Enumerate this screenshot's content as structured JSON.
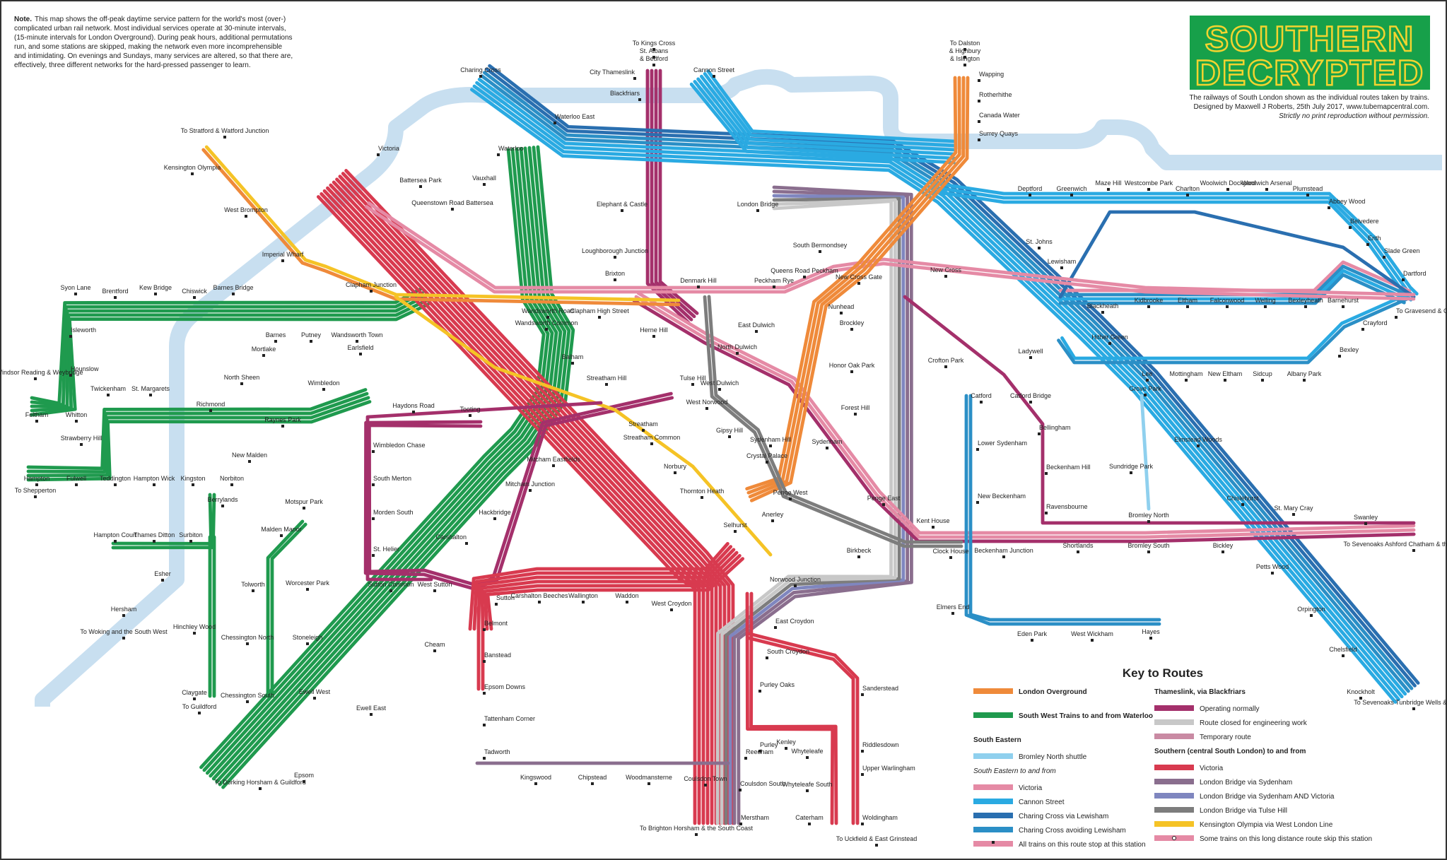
{
  "title": {
    "line1": "SOUTHERN",
    "line2": "DECRYPTED",
    "subtitle": "The railways of South London shown as the individual routes taken by trains.",
    "credit": "Designed by Maxwell J Roberts, 25th July 2017, www.tubemapcentral.com.",
    "notice": "Strictly no print reproduction without permission."
  },
  "note": {
    "label": "Note.",
    "lines": [
      "This map shows the off-peak daytime service pattern for the world's most (over-)",
      "complicated urban rail network. Most individual services operate at 30-minute intervals,",
      "(15-minute intervals for London Overground). During peak hours, additional permutations",
      "run, and some stations are skipped, making the network even more incomprehensible",
      "and intimidating. On evenings and Sundays, many services are altered, so that there are,",
      "effectively, three different networks for the hard-pressed passenger to learn."
    ]
  },
  "colors": {
    "overground": "#ef8a3a",
    "swt": "#1f9a4e",
    "southeastern_shuttle": "#8fd0ee",
    "se_victoria": "#e58aa5",
    "se_cannon": "#2aaae2",
    "se_lewisham": "#2a6fb0",
    "se_avoid": "#2b8fc6",
    "thameslink": "#a4306b",
    "closed": "#c8c8c8",
    "temporary": "#c98aa3",
    "southern_victoria": "#d83a4f",
    "southern_lb_syd": "#8a6e8e",
    "southern_lb_syd_vic": "#7f86bf",
    "southern_lb_tulse": "#7d7d7d",
    "kensington": "#f5c326",
    "river": "#c8dff0",
    "banner": "#17a04a",
    "banner_text": "#f3d42f"
  },
  "stations": {
    "victoria": "Victoria",
    "charing_cross": "Charing Cross",
    "waterloo_east": "Waterloo East",
    "waterloo": "Waterloo",
    "cannon_street": "Cannon Street",
    "city_thameslink": "City Thameslink",
    "blackfriars": "Blackfriars",
    "to_kings_cross": "To Kings Cross",
    "st_albans": "St. Albans",
    "bedford": "& Bedford",
    "to_dalston": "To Dalston",
    "highbury": "& Highbury",
    "islington": "& Islington",
    "wapping": "Wapping",
    "rotherhithe": "Rotherhithe",
    "canada_water": "Canada Water",
    "surrey_quays": "Surrey Quays",
    "to_stratford": "To Stratford & Watford Junction",
    "kensington_olympia": "Kensington Olympia",
    "west_brompton": "West Brompton",
    "imperial_wharf": "Imperial Wharf",
    "battersea_park": "Battersea Park",
    "vauxhall": "Vauxhall",
    "queenstown_road": "Queenstown Road Battersea",
    "elephant_castle": "Elephant & Castle",
    "london_bridge": "London Bridge",
    "south_bermondsey": "South Bermondsey",
    "loughborough_junction": "Loughborough Junction",
    "brixton": "Brixton",
    "denmark_hill": "Denmark Hill",
    "peckham_rye": "Peckham Rye",
    "queens_road_peckham": "Queens Road Peckham",
    "new_cross_gate": "New Cross Gate",
    "new_cross": "New Cross",
    "st_johns": "St. Johns",
    "lewisham": "Lewisham",
    "deptford": "Deptford",
    "greenwich": "Greenwich",
    "maze_hill": "Maze Hill",
    "westcombe_park": "Westcombe Park",
    "charlton": "Charlton",
    "woolwich_dockyard": "Woolwich Dockyard",
    "woolwich_arsenal": "Woolwich Arsenal",
    "plumstead": "Plumstead",
    "abbey_wood": "Abbey Wood",
    "belvedere": "Belvedere",
    "erith": "Erith",
    "slade_green": "Slade Green",
    "dartford": "Dartford",
    "to_gravesend": "To Gravesend & Chatham",
    "blackheath": "Blackheath",
    "kidbrooke": "Kidbrooke",
    "eltham": "Eltham",
    "falconwood": "Falconwood",
    "welling": "Welling",
    "bexleyheath": "Bexleyheath",
    "barnehurst": "Barnehurst",
    "crayford": "Crayford",
    "bexley": "Bexley",
    "hither_green": "Hither Green",
    "lee": "Lee",
    "mottingham": "Mottingham",
    "new_eltham": "New Eltham",
    "sidcup": "Sidcup",
    "albany_park": "Albany Park",
    "grove_park": "Grove Park",
    "ladywell": "Ladywell",
    "catford": "Catford",
    "catford_bridge": "Catford Bridge",
    "bellingham": "Bellingham",
    "lower_sydenham": "Lower Sydenham",
    "new_beckenham": "New Beckenham",
    "beckenham_hill": "Beckenham Hill",
    "ravensbourne": "Ravensbourne",
    "sundridge_park": "Sundridge Park",
    "bromley_north": "Bromley North",
    "elmstead_woods": "Elmstead Woods",
    "chislehurst": "Chislehurst",
    "st_mary_cray": "St. Mary Cray",
    "swanley": "Swanley",
    "to_sevenoaks_ashford": "To Sevenoaks Ashford Chatham & the Kent Coast",
    "petts_wood": "Petts Wood",
    "orpington": "Orpington",
    "chelsfield": "Chelsfield",
    "knockholt": "Knockholt",
    "to_sevenoaks_tunbridge": "To Sevenoaks Tunbridge Wells & Hastings",
    "kent_house": "Kent House",
    "clock_house": "Clock House",
    "beckenham_junction": "Beckenham Junction",
    "shortlands": "Shortlands",
    "bromley_south": "Bromley South",
    "bickley": "Bickley",
    "elmers_end": "Elmers End",
    "eden_park": "Eden Park",
    "west_wickham": "West Wickham",
    "hayes": "Hayes",
    "nunhead": "Nunhead",
    "east_dulwich": "East Dulwich",
    "north_dulwich": "North Dulwich",
    "brockley": "Brockley",
    "crofton_park": "Crofton Park",
    "honor_oak_park": "Honor Oak Park",
    "forest_hill": "Forest Hill",
    "sydenham": "Sydenham",
    "sydenham_hill": "Sydenham Hill",
    "penge_east": "Penge East",
    "penge_west": "Penge West",
    "anerley": "Anerley",
    "birkbeck": "Birkbeck",
    "crystal_palace": "Crystal Palace",
    "gipsy_hill": "Gipsy Hill",
    "west_norwood": "West Norwood",
    "tulse_hill": "Tulse Hill",
    "west_dulwich": "West Dulwich",
    "herne_hill": "Herne Hill",
    "balham": "Balham",
    "wandsworth_common": "Wandsworth Common",
    "wandsworth_road": "Wandsworth Road",
    "clapham_high_street": "Clapham High Street",
    "clapham_junction": "Clapham Junction",
    "streatham_hill": "Streatham Hill",
    "streatham": "Streatham",
    "streatham_common": "Streatham Common",
    "norbury": "Norbury",
    "thornton_heath": "Thornton Heath",
    "selhurst": "Selhurst",
    "norwood_junction": "Norwood Junction",
    "east_croydon": "East Croydon",
    "south_croydon": "South Croydon",
    "purley_oaks": "Purley Oaks",
    "purley": "Purley",
    "kenley": "Kenley",
    "whyteleafe": "Whyteleafe",
    "whyteleafe_south": "Whyteleafe South",
    "caterham": "Caterham",
    "sanderstead": "Sanderstead",
    "riddlesdown": "Riddlesdown",
    "upper_warlingham": "Upper Warlingham",
    "woldingham": "Woldingham",
    "to_uckfield": "To Uckfield & East Grinstead",
    "reedham": "Reedham",
    "coulsdon_south": "Coulsdon South",
    "merstham": "Merstham",
    "coulsdon_town": "Coulsdon Town",
    "to_brighton": "To Brighton Horsham & the South Coast",
    "woodmansterne": "Woodmansterne",
    "chipstead": "Chipstead",
    "kingswood": "Kingswood",
    "tadworth": "Tadworth",
    "tattenham_corner": "Tattenham Corner",
    "west_croydon": "West Croydon",
    "waddon": "Waddon",
    "wallington": "Wallington",
    "carshalton_beeches": "Carshalton Beeches",
    "sutton": "Sutton",
    "belmont": "Belmont",
    "banstead": "Banstead",
    "epsom_downs": "Epsom Downs",
    "carshalton": "Carshalton",
    "hackbridge": "Hackbridge",
    "mitcham_junction": "Mitcham Junction",
    "mitcham_eastfields": "Mitcham Eastfields",
    "tooting": "Tooting",
    "haydons_road": "Haydons Road",
    "wimbledon_chase": "Wimbledon Chase",
    "south_merton": "South Merton",
    "morden_south": "Morden South",
    "st_helier": "St. Helier",
    "sutton_common": "Sutton Common",
    "west_sutton": "West Sutton",
    "cheam": "Cheam",
    "ewell_east": "Ewell East",
    "epsom": "Epsom",
    "to_dorking": "To Dorking Horsham & Guildford",
    "wimbledon": "Wimbledon",
    "earlsfield": "Earlsfield",
    "raynes_park": "Raynes Park",
    "new_malden": "New Malden",
    "berrylands": "Berrylands",
    "surbiton": "Surbiton",
    "esher": "Esher",
    "hersham": "Hersham",
    "to_woking": "To Woking and the South West",
    "thames_ditton": "Thames Ditton",
    "hampton_court": "Hampton Court",
    "motspur_park": "Motspur Park",
    "malden_manor": "Malden Manor",
    "tolworth": "Tolworth",
    "chessington_north": "Chessington North",
    "chessington_south": "Chessington South",
    "to_guildford": "To Guildford",
    "claygate": "Claygate",
    "hinchley_wood": "Hinchley Wood",
    "worcester_park": "Worcester Park",
    "stoneleigh": "Stoneleigh",
    "ewell_west": "Ewell West",
    "syon_lane": "Syon Lane",
    "brentford": "Brentford",
    "kew_bridge": "Kew Bridge",
    "chiswick": "Chiswick",
    "barnes_bridge": "Barnes Bridge",
    "barnes": "Barnes",
    "putney": "Putney",
    "wandsworth_town": "Wandsworth Town",
    "mortlake": "Mortlake",
    "north_sheen": "North Sheen",
    "richmond": "Richmond",
    "isleworth": "Isleworth",
    "hounslow": "Hounslow",
    "to_windsor": "To Windsor Reading & Weybridge",
    "feltham": "Feltham",
    "whitton": "Whitton",
    "twickenham": "Twickenham",
    "st_margarets": "St. Margarets",
    "strawberry_hill": "Strawberry Hill",
    "hampton": "Hampton",
    "fulwell": "Fulwell",
    "teddington": "Teddington",
    "hampton_wick": "Hampton Wick",
    "kingston": "Kingston",
    "norbiton": "Norbiton",
    "to_shepperton": "To Shepperton"
  },
  "key": {
    "heading": "Key to Routes",
    "left": [
      {
        "type": "line",
        "label": "London Overground",
        "color": "overground",
        "bold": true
      },
      {
        "type": "line",
        "label": "South West Trains to and from Waterloo",
        "color": "swt",
        "bold": true
      },
      {
        "type": "heading",
        "label": "South Eastern"
      },
      {
        "type": "line",
        "label": "Bromley North shuttle",
        "color": "southeastern_shuttle"
      },
      {
        "type": "italic",
        "label": "South Eastern to and from"
      },
      {
        "type": "line",
        "label": "Victoria",
        "color": "se_victoria"
      },
      {
        "type": "line",
        "label": "Cannon Street",
        "color": "se_cannon"
      },
      {
        "type": "line",
        "label": "Charing Cross via Lewisham",
        "color": "se_lewisham"
      },
      {
        "type": "line",
        "label": "Charing Cross avoiding Lewisham",
        "color": "se_avoid"
      },
      {
        "type": "stop",
        "label": "All trains on this route stop at this station",
        "color": "se_victoria"
      }
    ],
    "right": [
      {
        "type": "heading",
        "label": "Thameslink, via Blackfriars"
      },
      {
        "type": "line",
        "label": "Operating normally",
        "color": "thameslink"
      },
      {
        "type": "line",
        "label": "Route closed for engineering work",
        "color": "closed"
      },
      {
        "type": "line",
        "label": "Temporary route",
        "color": "temporary"
      },
      {
        "type": "heading",
        "label": "Southern (central South London) to and from"
      },
      {
        "type": "line",
        "label": "Victoria",
        "color": "southern_victoria"
      },
      {
        "type": "line",
        "label": "London Bridge via Sydenham",
        "color": "southern_lb_syd"
      },
      {
        "type": "line",
        "label": "London Bridge via Sydenham AND Victoria",
        "color": "southern_lb_syd_vic"
      },
      {
        "type": "line",
        "label": "London Bridge via Tulse Hill",
        "color": "southern_lb_tulse"
      },
      {
        "type": "line",
        "label": "Kensington Olympia via West London Line",
        "color": "kensington"
      },
      {
        "type": "skip",
        "label": "Some trains on this long distance route skip this station",
        "color": "se_victoria"
      }
    ]
  }
}
